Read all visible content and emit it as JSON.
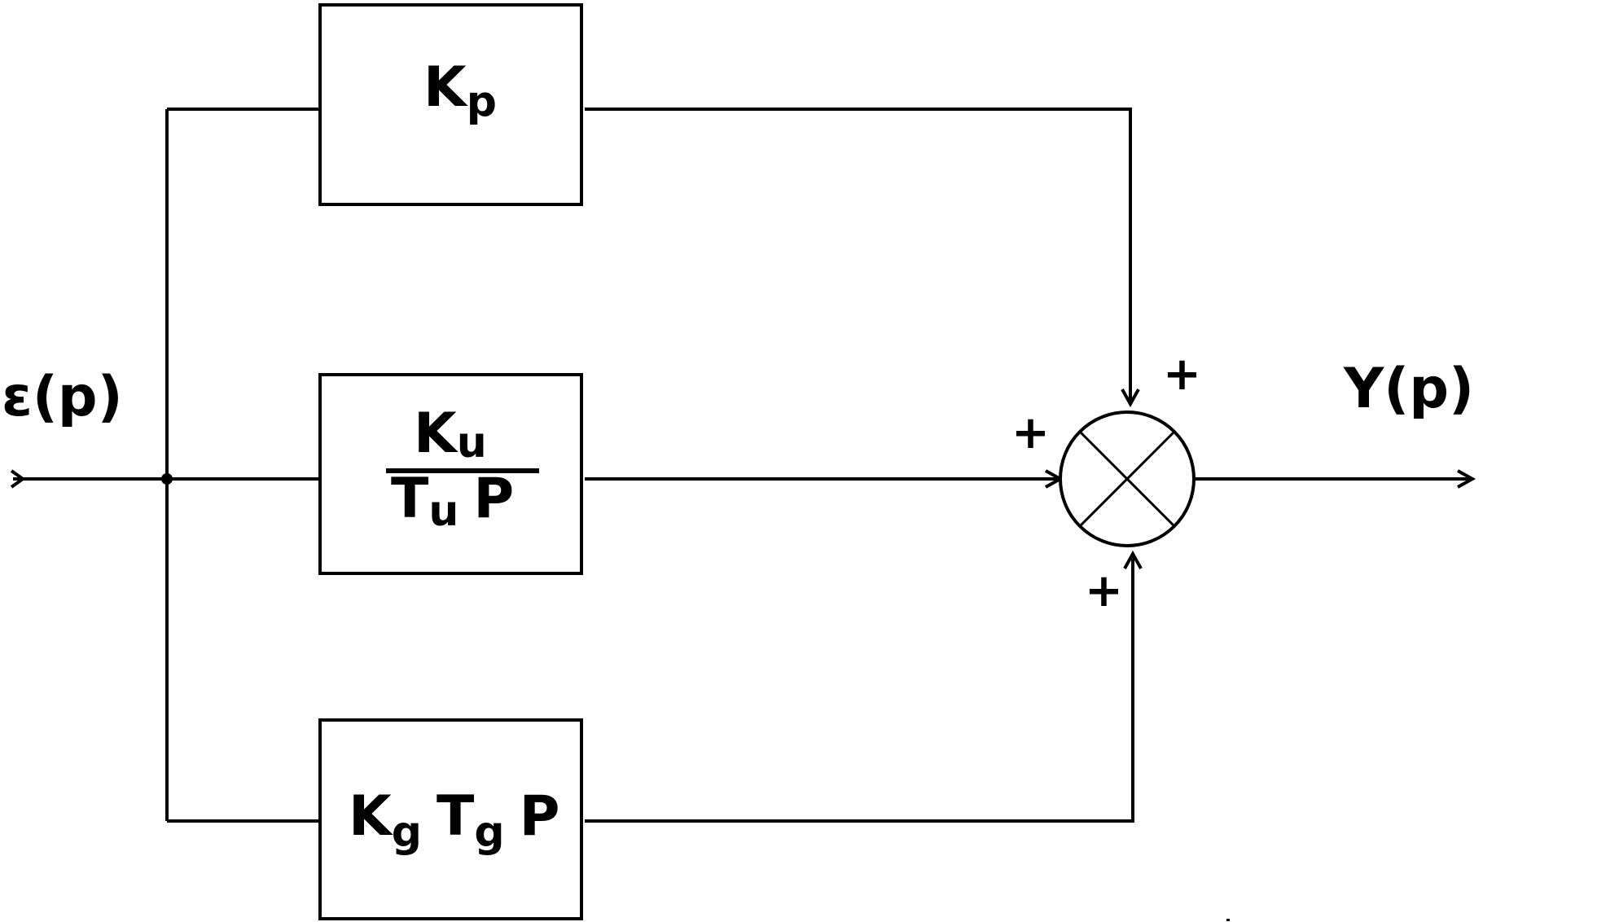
{
  "input_label": "ε(p)",
  "output_label": "Y(p)",
  "blocks": {
    "proportional": {
      "main": "K",
      "sub": "p"
    },
    "integral": {
      "numerator": {
        "main": "K",
        "sub": "u"
      },
      "denominator": {
        "main": "T",
        "sub": "u",
        "var": "P"
      }
    },
    "derivative": {
      "k": "K",
      "k_sub": "g",
      "t": "T",
      "t_sub": "g",
      "var": "P"
    }
  },
  "summing_junction": {
    "signs": {
      "top": "+",
      "left": "+",
      "bottom": "+"
    }
  }
}
